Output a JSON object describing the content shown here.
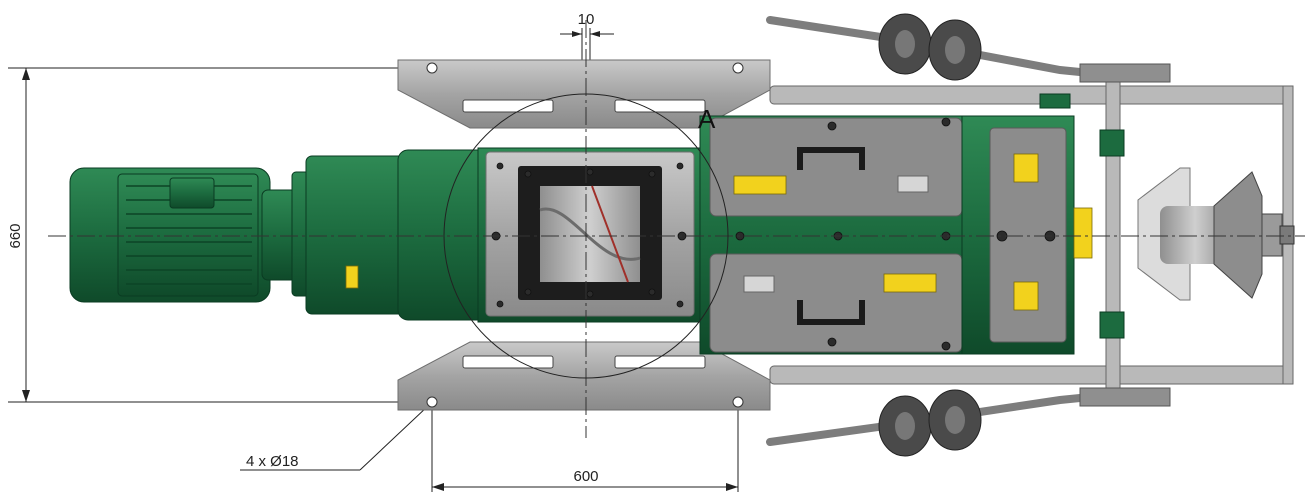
{
  "dimensions": {
    "top_offset": "10",
    "height": "660",
    "bolt_spacing": "600",
    "holes": "4 x Ø18"
  },
  "callouts": {
    "section_a": "A"
  },
  "colors": {
    "motor_green": "#1c6b3f",
    "housing_steel": "#a7a7a7",
    "warning_label": "#f2d21d",
    "line": "#222222"
  }
}
